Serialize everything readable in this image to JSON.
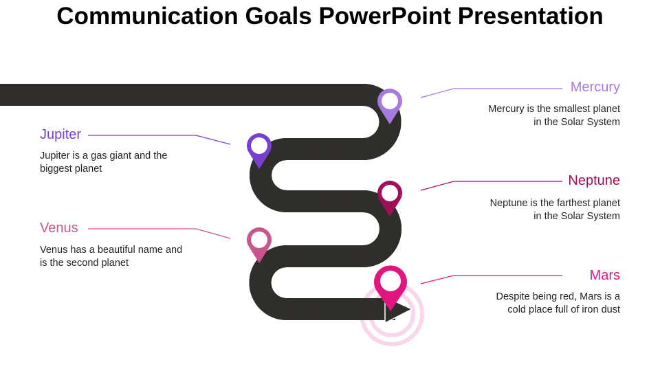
{
  "title": "Communication Goals PowerPoint Presentation",
  "items": [
    {
      "name": "Mercury",
      "desc": "Mercury is the smallest planet in the Solar System",
      "color": "#a77bdd"
    },
    {
      "name": "Jupiter",
      "desc": "Jupiter is a gas giant and the biggest planet",
      "color": "#7a3fcf"
    },
    {
      "name": "Neptune",
      "desc": "Neptune is the farthest planet in the Solar System",
      "color": "#a0105a"
    },
    {
      "name": "Venus",
      "desc": "Venus has a beautiful name and is the second planet",
      "color": "#c9558f"
    },
    {
      "name": "Mars",
      "desc": "Despite being red, Mars is a cold place full of iron dust",
      "color": "#e0157f"
    }
  ]
}
